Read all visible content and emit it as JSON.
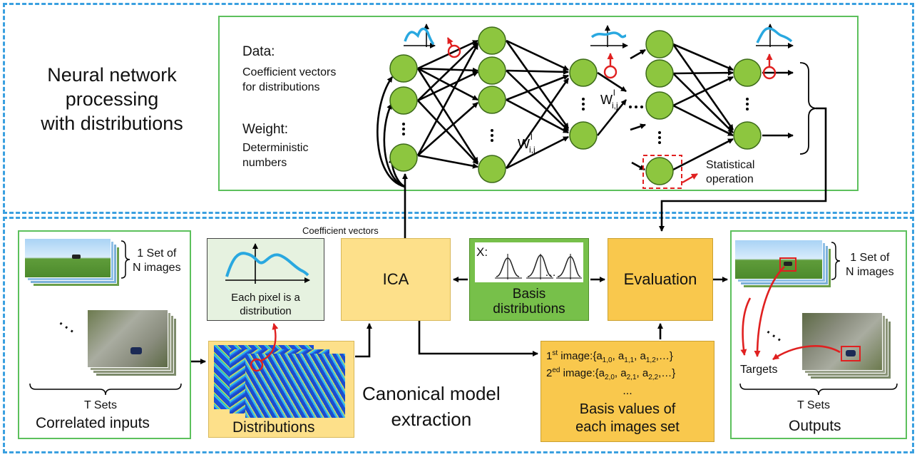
{
  "top_panel": {
    "title_lines": [
      "Neural network",
      "processing",
      "with distributions"
    ],
    "data_label": "Data:",
    "data_desc_lines": [
      "Coefficient vectors",
      "for distributions"
    ],
    "weight_label": "Weight:",
    "weight_desc_lines": [
      "Deterministic",
      "numbers"
    ],
    "weight_symbol": "W",
    "weight_sup": "l",
    "weight_sub": "i,j",
    "ellipsis": "…",
    "statistical_op_lines": [
      "Statistical",
      "operation"
    ]
  },
  "bottom_panel": {
    "title_lines": [
      "Canonical model",
      "extraction"
    ],
    "coefficient_vectors_label": "Coefficient vectors",
    "inputs": {
      "set_label_lines": [
        "1 Set of",
        "N images"
      ],
      "t_sets": "T Sets",
      "caption": "Correlated inputs"
    },
    "distribution_box_lines": [
      "Each pixel is a",
      "distribution"
    ],
    "distributions_label": "Distributions",
    "ica_label": "ICA",
    "basis": {
      "x_label": "X:",
      "ellipsis": "…",
      "caption_lines": [
        "Basis",
        "distributions"
      ]
    },
    "evaluation_label": "Evaluation",
    "basis_values": {
      "line1_ord": "1",
      "line1_sup": "st",
      "line1_text": " image:{a",
      "line1_items": [
        "1,0",
        "1,1",
        "1,2"
      ],
      "line2_ord": "2",
      "line2_sup": "ed",
      "line2_text": " image:{a",
      "line2_items": [
        "2,0",
        "2,1",
        "2,2"
      ],
      "dots": "...",
      "caption_lines": [
        "Basis values of",
        "each images set"
      ]
    },
    "outputs": {
      "set_label_lines": [
        "1 Set of",
        "N images"
      ],
      "targets": "Targets",
      "t_sets": "T Sets",
      "caption": "Outputs"
    }
  },
  "colors": {
    "dash_blue": "#3aa0e0",
    "green_border": "#5cc05c",
    "node_green": "#8dc63f",
    "yellow_box": "#fde08a",
    "orange_box": "#f9c84d",
    "red": "#e02020",
    "curve_blue": "#29a8e0"
  }
}
